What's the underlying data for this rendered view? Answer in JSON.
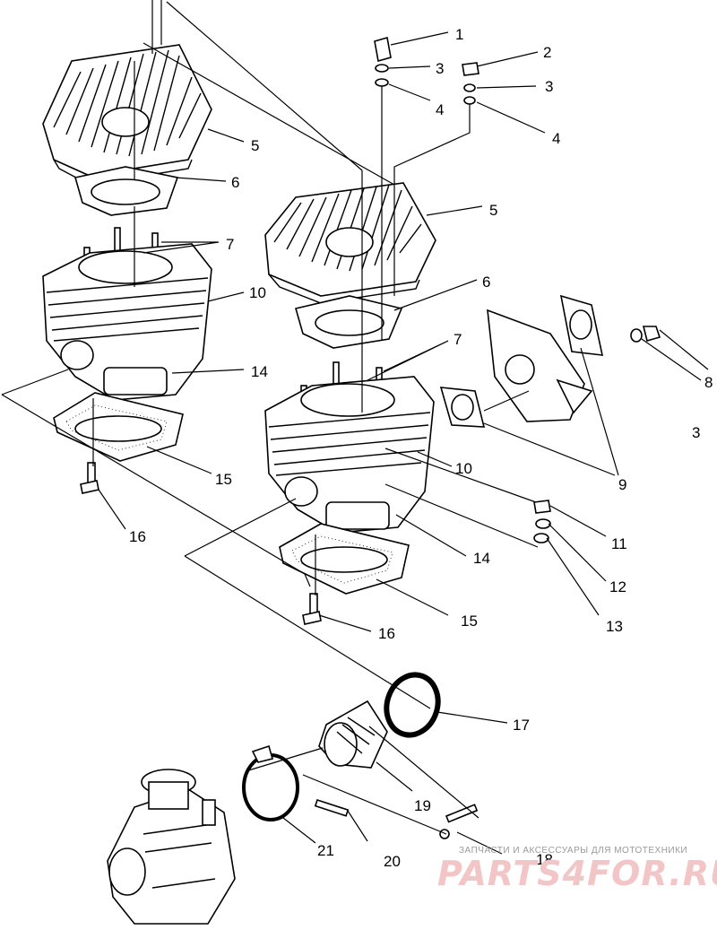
{
  "callouts": {
    "c1": "1",
    "c2": "2",
    "c3a": "3",
    "c3b": "3",
    "c3c": "3",
    "c4a": "4",
    "c4b": "4",
    "c5a": "5",
    "c5b": "5",
    "c6a": "6",
    "c6b": "6",
    "c7a": "7",
    "c7b": "7",
    "c8": "8",
    "c9": "9",
    "c10a": "10",
    "c10b": "10",
    "c11": "11",
    "c12": "12",
    "c13": "13",
    "c14a": "14",
    "c14b": "14",
    "c15a": "15",
    "c15b": "15",
    "c16a": "16",
    "c16b": "16",
    "c17": "17",
    "c18": "18",
    "c19": "19",
    "c20": "20",
    "c21": "21"
  },
  "watermark": {
    "caption": "ЗАПЧАСТИ И АКСЕССУАРЫ ДЛЯ МОТОТЕХНИКИ",
    "logo": "PARTS4FOR.RU"
  }
}
